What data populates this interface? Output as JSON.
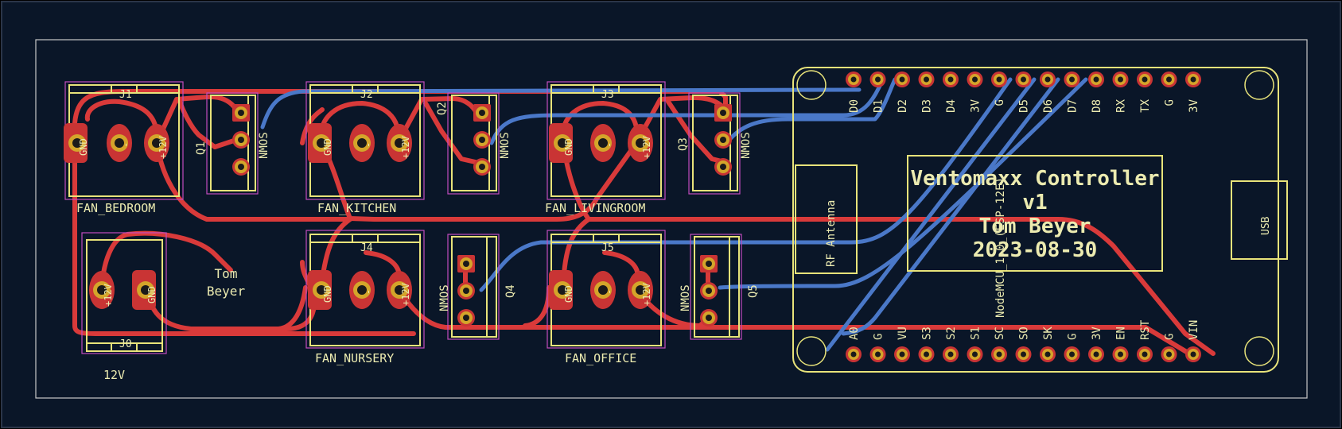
{
  "board": {
    "colors": {
      "background": "#0a1628",
      "edge": "#c8c8c8",
      "silkscreen": "#e8e37a",
      "fab": "#c24dbd",
      "front_copper": "#d93a3a",
      "back_copper": "#4a78c8",
      "pad": "#d4a52a"
    }
  },
  "connectors": {
    "j1": {
      "ref": "J1",
      "value": "FAN_BEDROOM",
      "pins": [
        "GND",
        "-",
        "+12V"
      ]
    },
    "j2": {
      "ref": "J2",
      "value": "FAN_KITCHEN",
      "pins": [
        "GND",
        "-",
        "+12V"
      ]
    },
    "j3": {
      "ref": "J3",
      "value": "FAN_LIVINGROOM",
      "pins": [
        "GND",
        "-",
        "+12V"
      ]
    },
    "j4": {
      "ref": "J4",
      "value": "FAN_NURSERY",
      "pins": [
        "GND",
        "-",
        "+12V"
      ]
    },
    "j5": {
      "ref": "J5",
      "value": "FAN_OFFICE",
      "pins": [
        "GND",
        "-",
        "+12V"
      ]
    },
    "j0": {
      "ref": "J0",
      "value": "12V",
      "pins": [
        "+12V",
        "GND"
      ]
    }
  },
  "transistors": {
    "q1": {
      "ref": "Q1",
      "value": "NMOS"
    },
    "q2": {
      "ref": "Q2",
      "value": "NMOS"
    },
    "q3": {
      "ref": "Q3",
      "value": "NMOS"
    },
    "q4": {
      "ref": "Q4",
      "value": "NMOS"
    },
    "q5": {
      "ref": "Q5",
      "value": "NMOS"
    }
  },
  "author_label": {
    "line1": "Tom",
    "line2": "Beyer"
  },
  "mcu": {
    "name": "NodeMCU_1.0_(ESP-12E)",
    "top_pins": [
      "D0",
      "D1",
      "D2",
      "D3",
      "D4",
      "3V",
      "G",
      "D5",
      "D6",
      "D7",
      "D8",
      "RX",
      "TX",
      "G",
      "3V"
    ],
    "bottom_pins": [
      "A0",
      "G",
      "VU",
      "S3",
      "S2",
      "S1",
      "SC",
      "SO",
      "SK",
      "G",
      "3V",
      "EN",
      "RST",
      "G",
      "VIN"
    ],
    "antenna_label": "RF Antenna",
    "usb_label": "USB"
  },
  "title_block": {
    "line1": "Ventomaxx Controller",
    "line2": "v1",
    "line3": "Tom Beyer",
    "line4": "2023-08-30"
  }
}
